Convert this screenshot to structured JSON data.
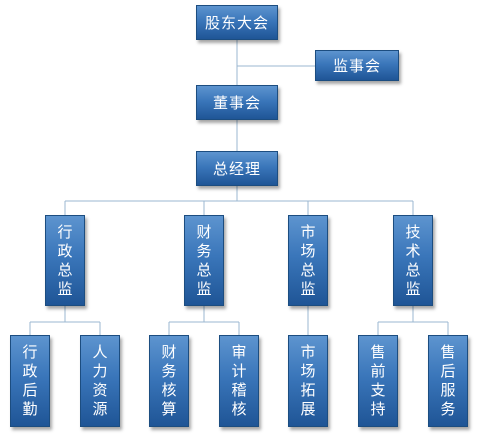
{
  "org_chart": {
    "shareholders": "股东大会",
    "supervisors": "监事会",
    "board": "董事会",
    "gm": "总经理",
    "divisions": {
      "admin": "行政总监",
      "finance": "财务总监",
      "market": "市场总监",
      "tech": "技术总监"
    },
    "departments": {
      "admin_logistics": "行政后勤",
      "hr": "人力资源",
      "accounting": "财务核算",
      "audit": "审计稽核",
      "marketing": "市场拓展",
      "presales": "售前支持",
      "aftersales": "售后服务"
    }
  }
}
